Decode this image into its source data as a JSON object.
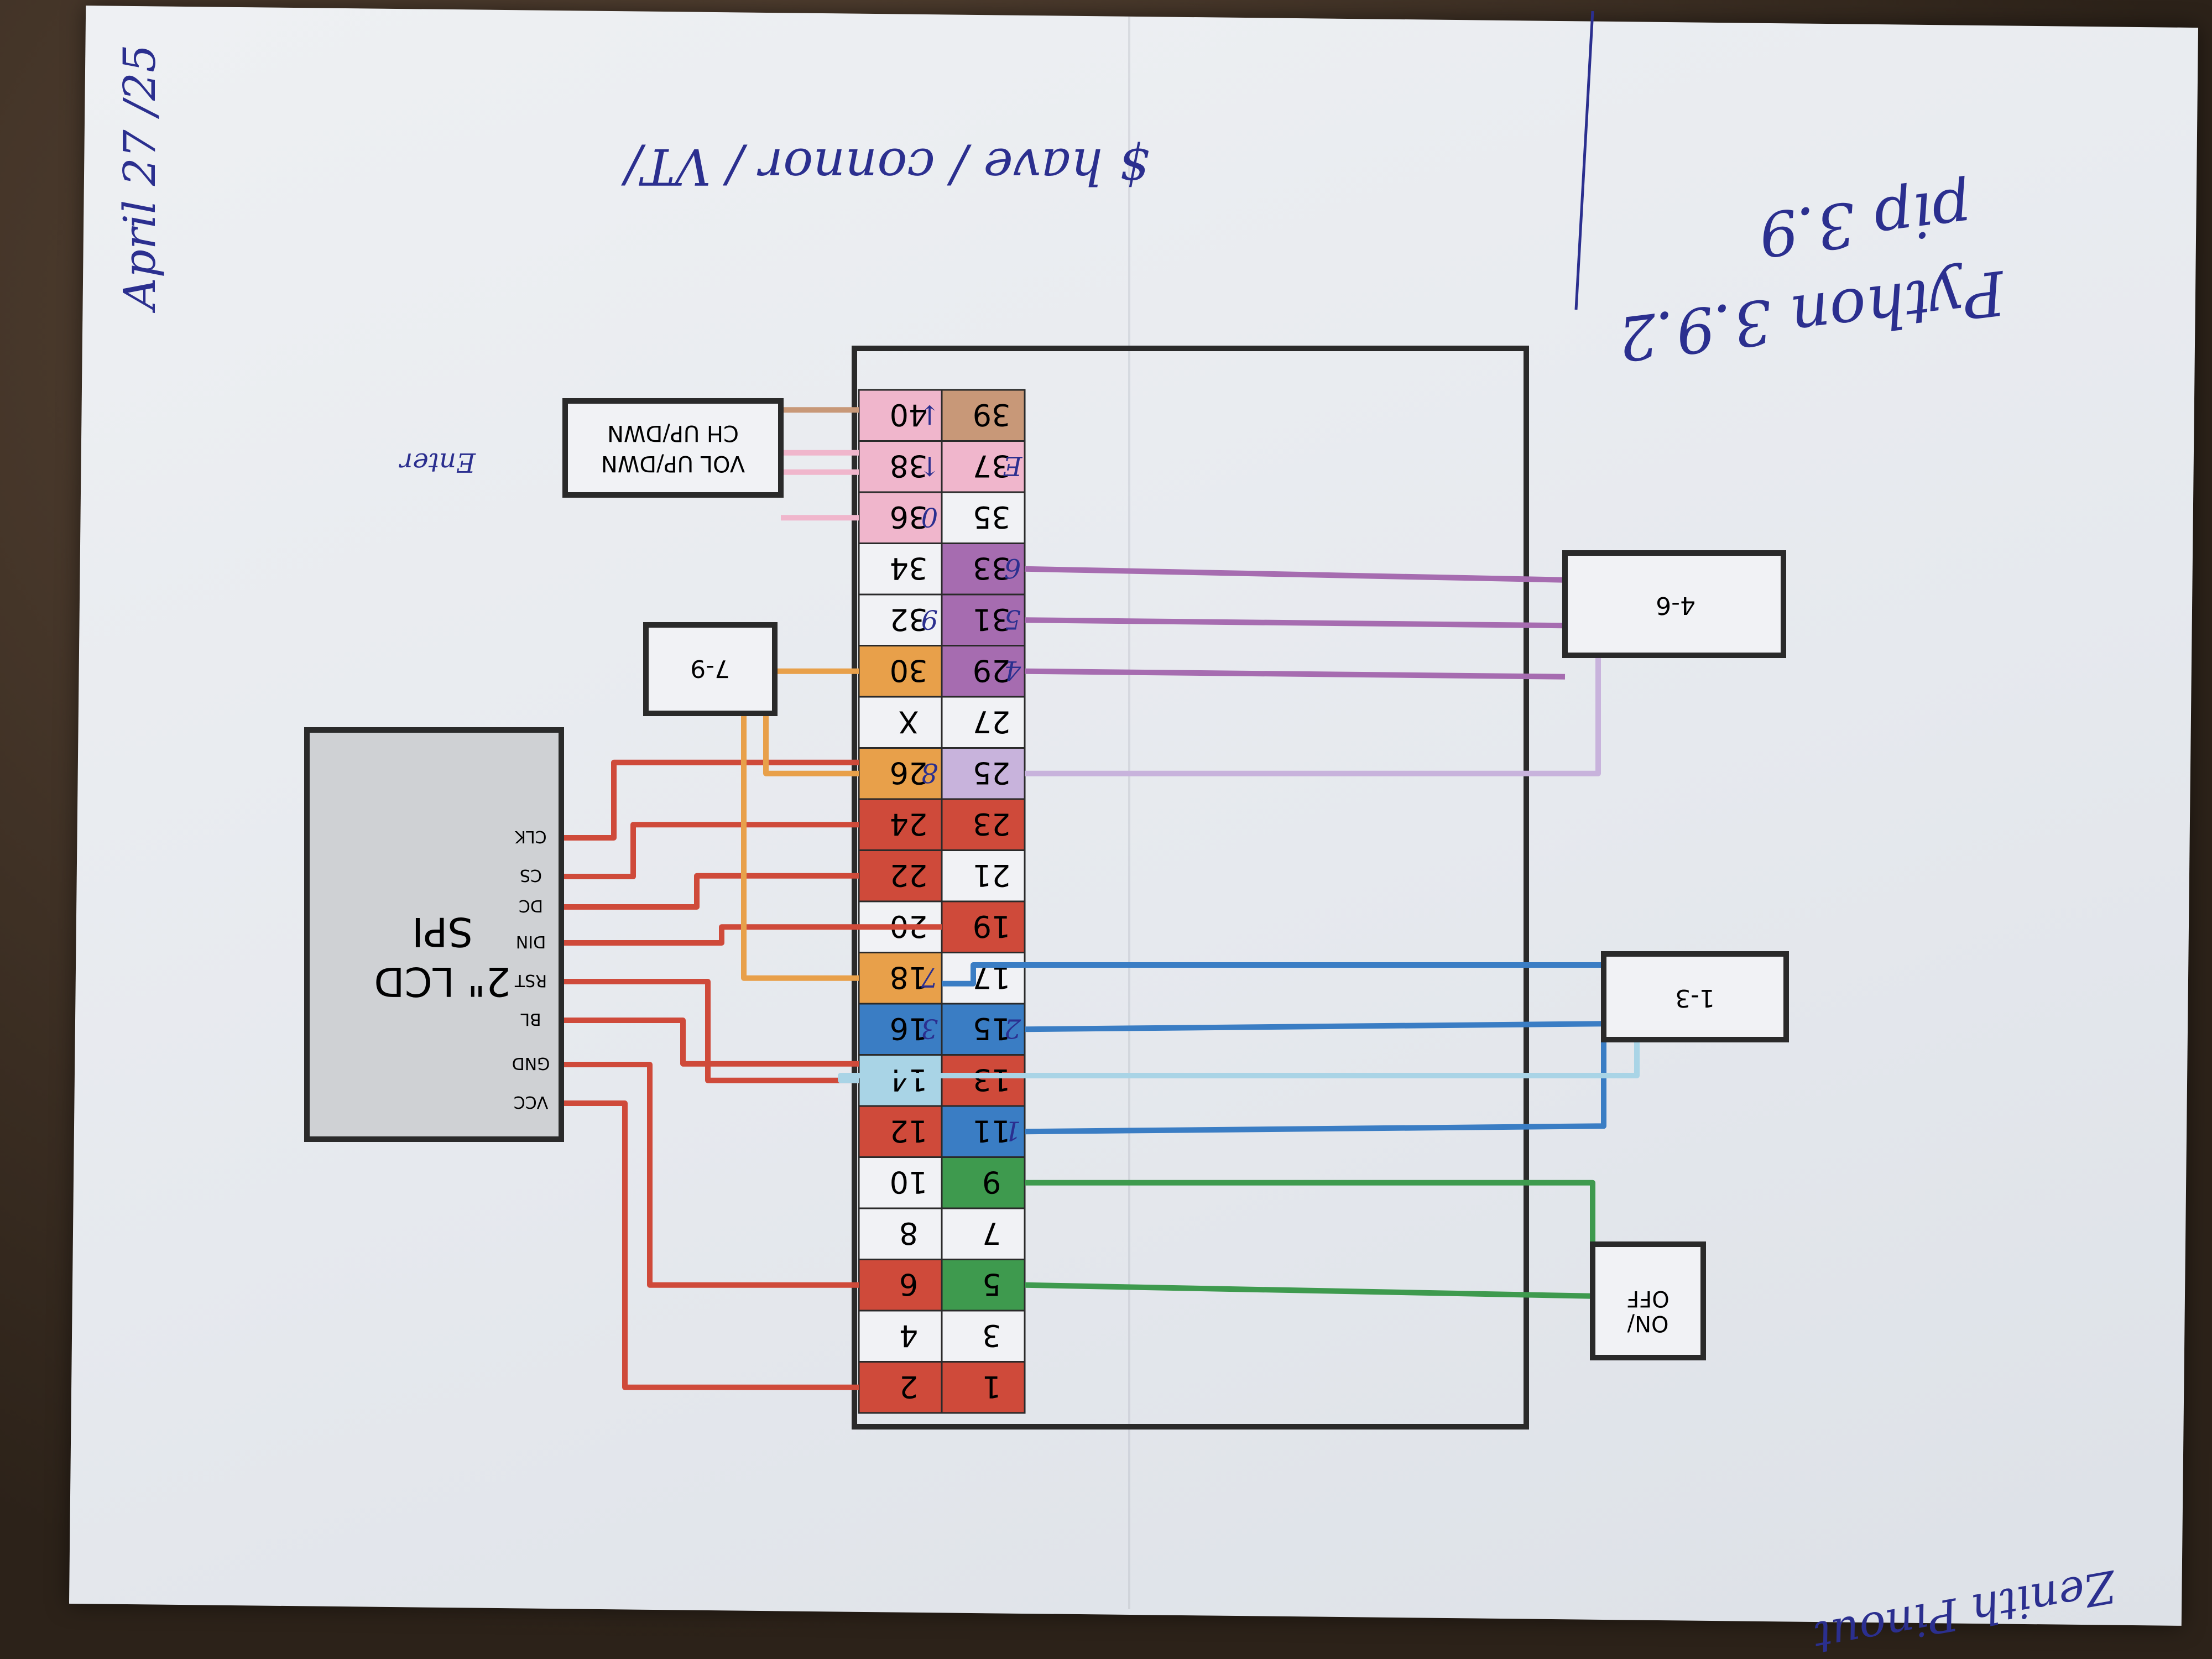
{
  "header_note": "$ have / connor / VT/",
  "date_note": "April 27 /25",
  "python_note": "Python 3.9.2",
  "pip_note": "pip 3.9",
  "title_note": "Zenith Pinout",
  "modules": {
    "lcd_title_line1": "2\" LCD",
    "lcd_title_line2": "SPI",
    "lcd_pins": [
      "VCC",
      "GND",
      "BL",
      "RST",
      "DIN",
      "DC",
      "CS",
      "CLK"
    ],
    "on_off_line1": "ON/",
    "on_off_line2": "OFF",
    "box_1_3": "1-3",
    "box_4_6": "4-6",
    "box_7_9": "7-9",
    "vol_ch_line1": "VOL UP/DWN",
    "vol_ch_line2": "CH UP/DWN",
    "enter_note": "Enter"
  },
  "header_pins": {
    "outer": [
      "1",
      "3",
      "5",
      "7",
      "9",
      "11",
      "13",
      "15",
      "17",
      "19",
      "21",
      "23",
      "25",
      "27",
      "29",
      "31",
      "33",
      "35",
      "37",
      "39"
    ],
    "inner": [
      "2",
      "4",
      "6",
      "8",
      "10",
      "12",
      "14",
      "16",
      "18",
      "20",
      "22",
      "24",
      "26",
      "X",
      "30",
      "32",
      "34",
      "36",
      "38",
      "40"
    ],
    "outer_annotations": [
      "",
      "",
      "",
      "",
      "",
      "1",
      "",
      "2",
      "",
      "",
      "",
      "",
      "",
      "",
      "4",
      "5",
      "6",
      "",
      "E",
      ""
    ],
    "inner_annotations": [
      "",
      "",
      "",
      "",
      "",
      "",
      "",
      "3",
      "7",
      "",
      "",
      "",
      "8",
      "",
      "",
      "9",
      "",
      "0",
      "↑",
      "↓"
    ]
  },
  "colors": {
    "red": "#cf4a3a",
    "orange": "#e8a04a",
    "green": "#3e9a4e",
    "blue": "#3a7dc4",
    "light_blue": "#a9d4e6",
    "purple": "#a66cb0",
    "lilac": "#c8b3dc",
    "pink": "#f0b6cc",
    "brown": "#c89878",
    "ink": "#2b2f8f"
  }
}
